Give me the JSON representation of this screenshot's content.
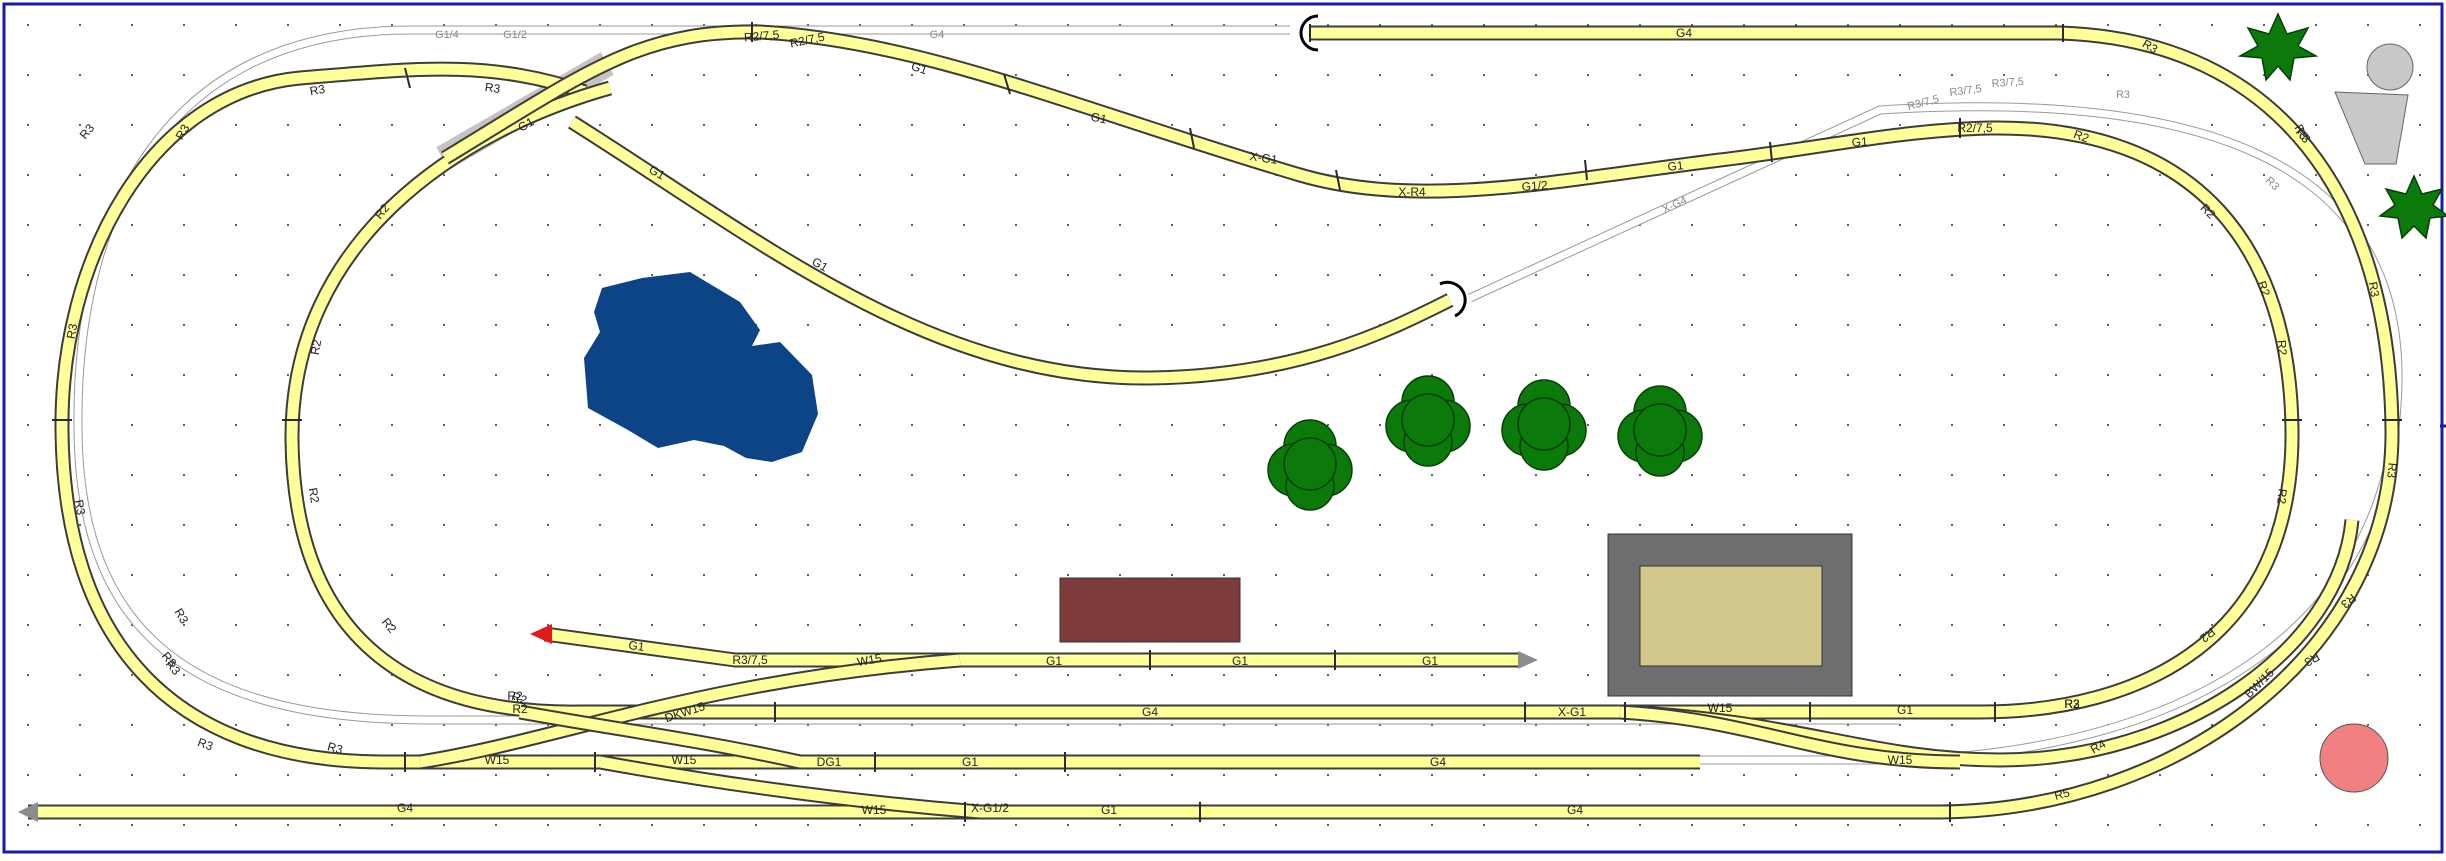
{
  "colors": {
    "frame": "#1a1aa8",
    "track_fill": "#ffff99",
    "track_edge": "#3c3c3c",
    "ghost_track": "#9a9a9a",
    "grid_dot": "#555555",
    "lake": "#0d4485",
    "tree": "#0b7a0b",
    "tree_outline": "#063f06",
    "building_red": "#7d3b3b",
    "station_outer": "#6e6e6e",
    "station_inner": "#d2c88c",
    "bridge": "#c4c4c4",
    "bumper": "#000000",
    "arrow_red": "#e11a1a",
    "arrow_grey": "#8c8c8c",
    "pink_circle": "#f28080",
    "figure_grey": "#c8c8c8"
  },
  "icons": [
    "bumper-icon",
    "arrow-left-icon",
    "arrow-right-icon",
    "tree-icon",
    "star-tree-icon"
  ],
  "labels": {
    "top_ghost": [
      "G1/4",
      "G1/2",
      "G4"
    ],
    "top_track": [
      "G4",
      "R2/7,5",
      "R2/7,5",
      "R3",
      "R3"
    ],
    "upper_left": [
      "R3",
      "R3",
      "G1",
      "R2",
      "G1",
      "G1"
    ],
    "upper_mid": [
      "G1",
      "G1",
      "X-G1",
      "X-R4",
      "G1/2",
      "G1",
      "G1",
      "R2/7,5"
    ],
    "upper_right_ghost": [
      "R3/7,5",
      "R3/7,5",
      "R3/7,5",
      "R3",
      "R3",
      "X-G4"
    ],
    "left_loop": [
      "R3",
      "R3",
      "R3",
      "R3",
      "R3",
      "R3",
      "R3"
    ],
    "inner_left": [
      "R2",
      "R2",
      "R2",
      "R2",
      "R2",
      "R2"
    ],
    "right_loop": [
      "R2",
      "R2",
      "R2",
      "R2",
      "R2",
      "R2",
      "R3",
      "R3",
      "R3",
      "R3",
      "R3",
      "R3",
      "BW/15"
    ],
    "lower_tracks": [
      "G1",
      "R3/7,5",
      "W15",
      "G1",
      "G1",
      "G1",
      "DKW15",
      "G4",
      "X-G1",
      "W15",
      "G1",
      "R2",
      "W15",
      "W15",
      "DG1",
      "G1",
      "G4",
      "W15",
      "R4",
      "W15",
      "X-G1/2",
      "G1",
      "G4",
      "R5",
      "G4",
      "R2",
      "R3",
      "R3"
    ]
  }
}
